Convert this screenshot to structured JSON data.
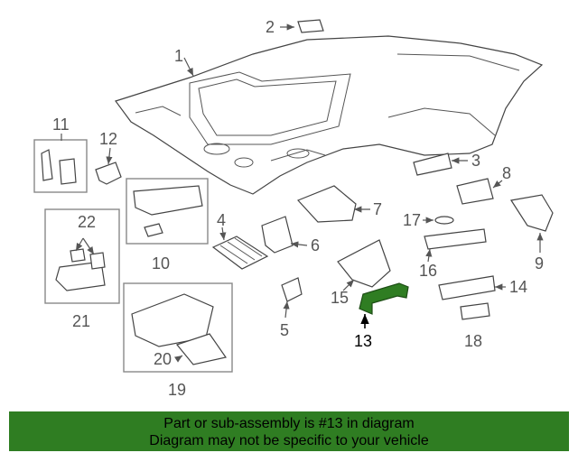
{
  "callouts": [
    "1",
    "2",
    "3",
    "4",
    "5",
    "6",
    "7",
    "8",
    "9",
    "10",
    "11",
    "12",
    "13",
    "14",
    "15",
    "16",
    "17",
    "18",
    "19",
    "20",
    "21",
    "22"
  ],
  "highlight_color": "#2f7d22",
  "banner": {
    "line1": "Part or sub-assembly is #13 in diagram",
    "line2": "Diagram may not be specific to your vehicle"
  }
}
